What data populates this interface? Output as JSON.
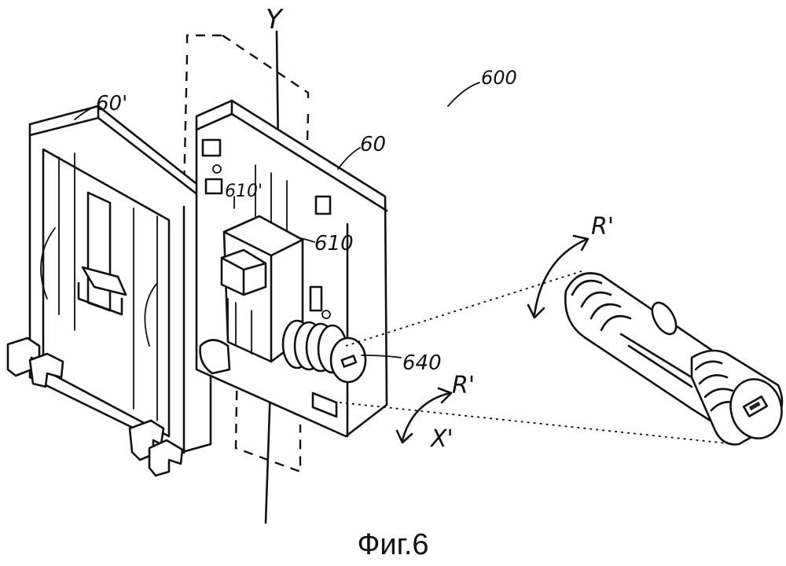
{
  "labels": {
    "assembly": "600",
    "module_left": "60'",
    "module_right": "60",
    "actuator_left": "610'",
    "actuator_right": "610",
    "lock_cylinder": "640",
    "axis_vertical": "Y",
    "axis_horizontal": "X'",
    "rotation_upper": "R'",
    "rotation_lower": "R'"
  },
  "caption": "Фиг.6"
}
